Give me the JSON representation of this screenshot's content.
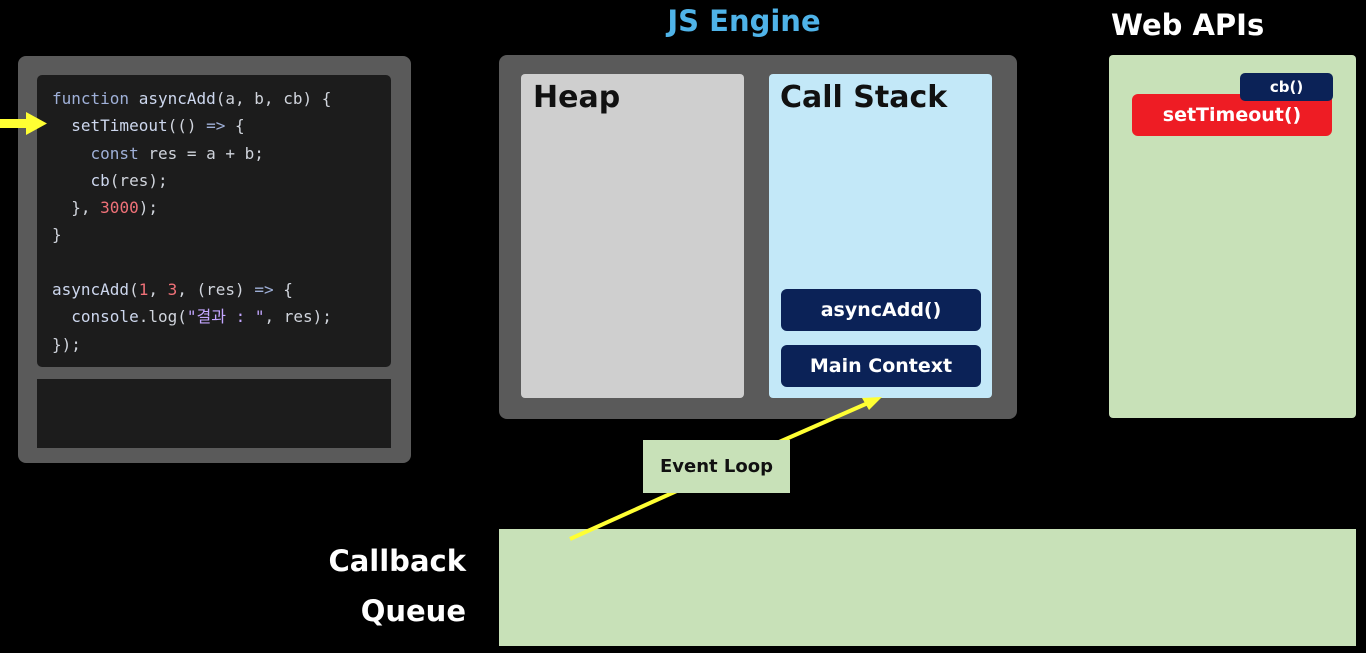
{
  "code": {
    "lines": [
      [
        {
          "t": "function ",
          "c": "kw"
        },
        {
          "t": "asyncAdd",
          "c": "fn"
        },
        {
          "t": "(a, b, cb) {",
          "c": ""
        }
      ],
      [
        {
          "t": "  setTimeout",
          "c": "fn"
        },
        {
          "t": "(() ",
          "c": ""
        },
        {
          "t": "=>",
          "c": "kw"
        },
        {
          "t": " {",
          "c": ""
        }
      ],
      [
        {
          "t": "    const ",
          "c": "kw"
        },
        {
          "t": "res = a + b;",
          "c": ""
        }
      ],
      [
        {
          "t": "    cb",
          "c": "fn"
        },
        {
          "t": "(res);",
          "c": ""
        }
      ],
      [
        {
          "t": "  }, ",
          "c": ""
        },
        {
          "t": "3000",
          "c": "num"
        },
        {
          "t": ");",
          "c": ""
        }
      ],
      [
        {
          "t": "}",
          "c": ""
        }
      ],
      [],
      [
        {
          "t": "asyncAdd",
          "c": "fn"
        },
        {
          "t": "(",
          "c": ""
        },
        {
          "t": "1",
          "c": "num"
        },
        {
          "t": ", ",
          "c": ""
        },
        {
          "t": "3",
          "c": "num"
        },
        {
          "t": ", (res) ",
          "c": ""
        },
        {
          "t": "=>",
          "c": "kw"
        },
        {
          "t": " {",
          "c": ""
        }
      ],
      [
        {
          "t": "  console",
          "c": "fn"
        },
        {
          "t": ".log(",
          "c": ""
        },
        {
          "t": "\"결과 : \"",
          "c": "str"
        },
        {
          "t": ", res);",
          "c": ""
        }
      ],
      [
        {
          "t": "});",
          "c": ""
        }
      ]
    ]
  },
  "engine": {
    "title": "JS Engine",
    "heap_label": "Heap",
    "callstack_label": "Call Stack",
    "stack_frames": [
      "asyncAdd()",
      "Main Context"
    ]
  },
  "webapis": {
    "title": "Web APIs",
    "items": [
      "setTimeout()",
      "cb()"
    ],
    "item_colors": [
      "#ee1c24",
      "#0b2257"
    ]
  },
  "event_loop_label": "Event Loop",
  "callback_queue": {
    "title_line1": "Callback",
    "title_line2": "Queue"
  },
  "colors": {
    "pointer_arrow": "#ffff33",
    "panel_green": "#c8e1b8",
    "stack_frame": "#0b2257"
  }
}
